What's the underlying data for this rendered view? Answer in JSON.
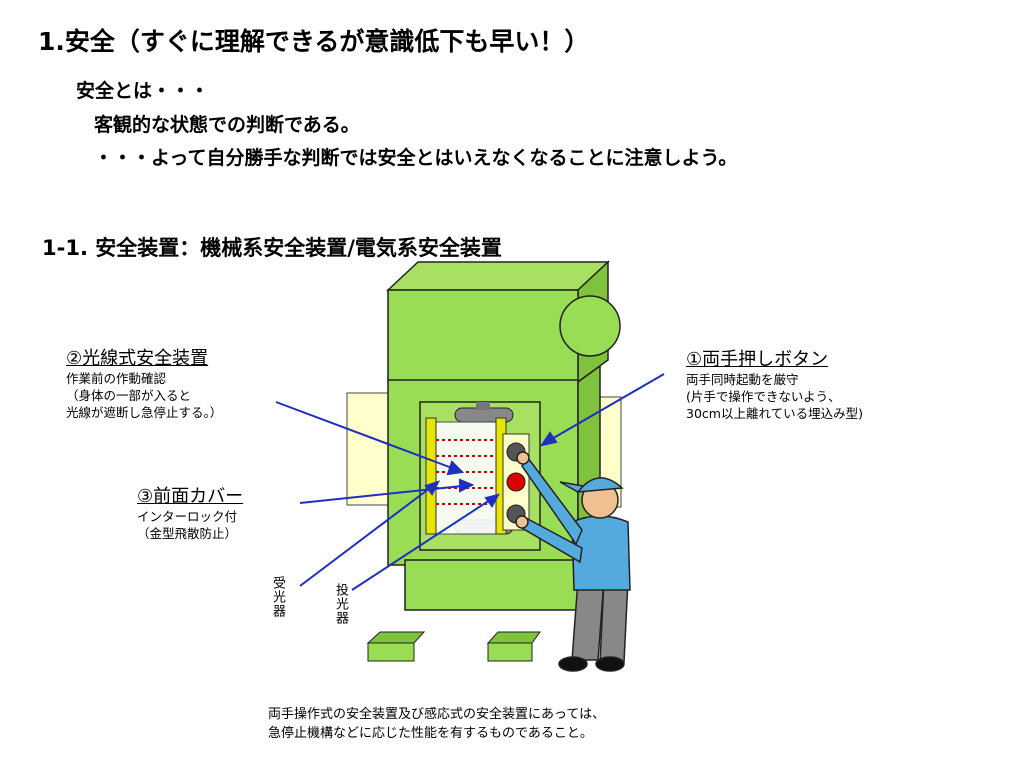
{
  "title": "1.安全（すぐに理解できるが意識低下も早い！）",
  "intro": {
    "line1": "安全とは・・・",
    "line2": "客観的な状態での判断である。",
    "line3": "・・・よって自分勝手な判断では安全とはいえなくなることに注意しよう。"
  },
  "section_title": "1-1. 安全装置：機械系安全装置/電気系安全装置",
  "callouts": {
    "light_curtain": {
      "heading": "②光線式安全装置",
      "lines": [
        "作業前の作動確認",
        "（身体の一部が入ると",
        "光線が遮断し急停止する。）"
      ]
    },
    "front_cover": {
      "heading": "③前面カバー",
      "lines": [
        "インターロック付",
        "（金型飛散防止）"
      ]
    },
    "two_hand": {
      "heading": "①両手押しボタン",
      "lines": [
        "両手同時起動を厳守",
        "(片手で操作できないよう、",
        "30cm以上離れている埋込み型)"
      ]
    }
  },
  "labels": {
    "receiver": "受光器",
    "projector": "投光器"
  },
  "footer": {
    "line1": "両手操作式の安全装置及び感応式の安全装置にあっては、",
    "line2": "急停止機構などに応じた性能を有するものであること。"
  },
  "colors": {
    "machine_green": "#99dd55",
    "machine_outline": "#222222",
    "light_yellow": "#ffffcc",
    "sensor_yellow": "#e6e600",
    "beam_red": "#cc0000",
    "arrow_blue": "#1f2fbf",
    "worker_blue": "#55aadd"
  }
}
